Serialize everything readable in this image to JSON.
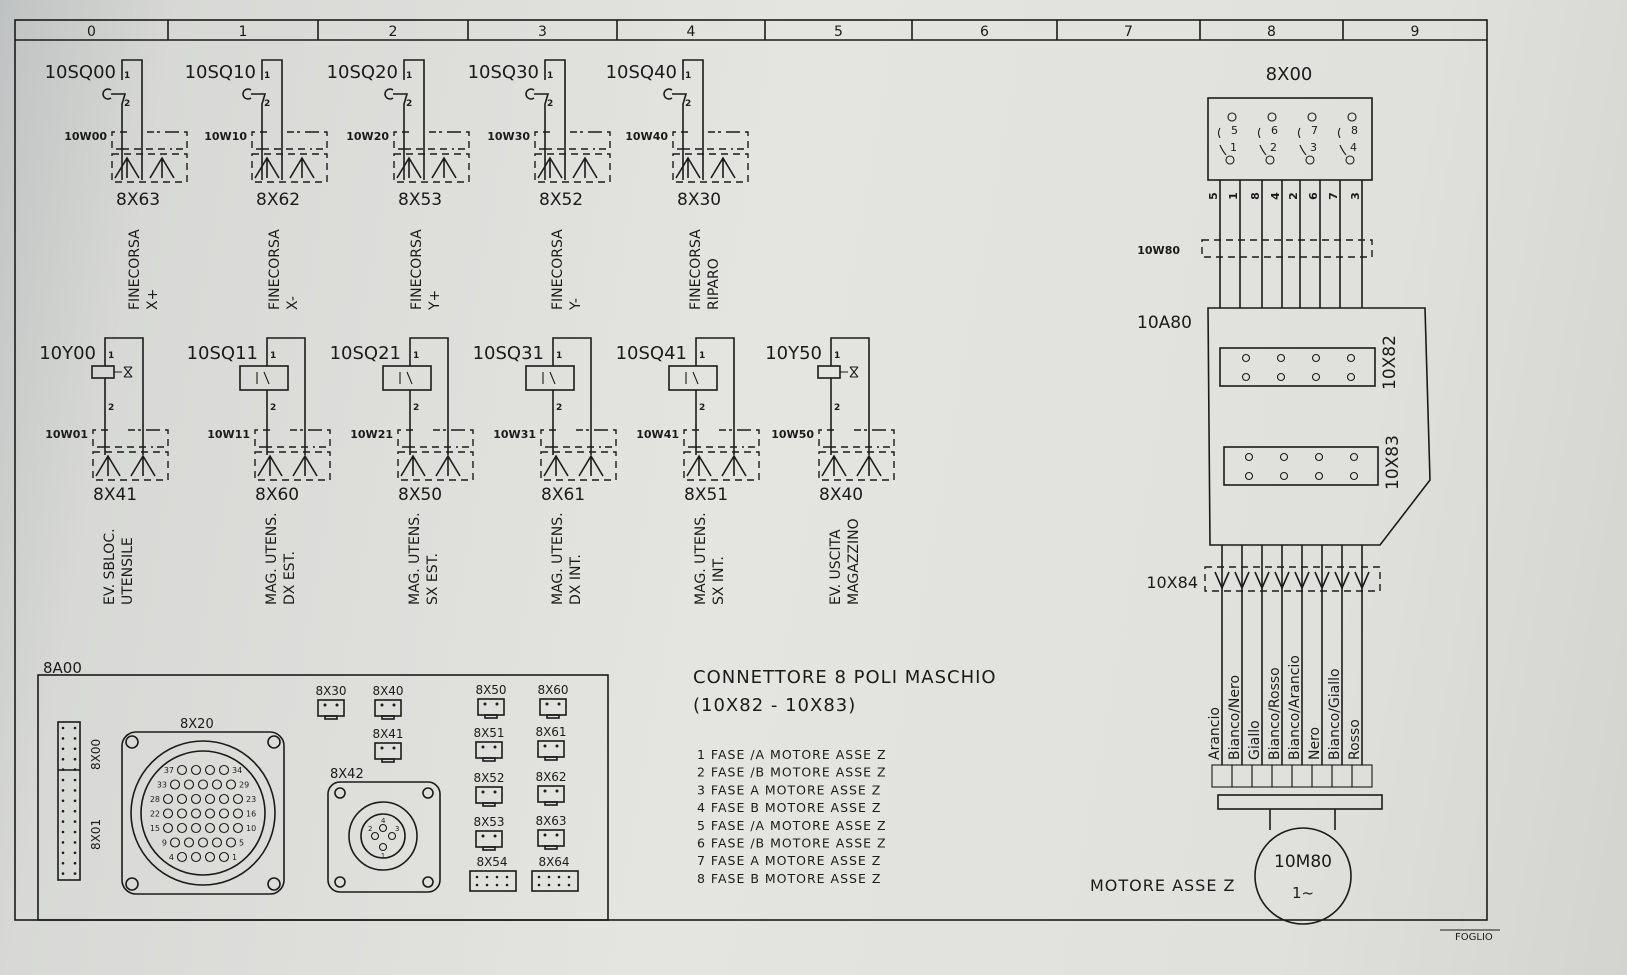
{
  "frame": {
    "columns": [
      "0",
      "1",
      "2",
      "3",
      "4",
      "5",
      "6",
      "7",
      "8",
      "9"
    ],
    "sheet_label": "FOGLIO"
  },
  "limit_switches": [
    {
      "id": "10SQ00",
      "pin1": "1",
      "pin2": "2",
      "cable": "10W00",
      "connector": "8X63",
      "desc": [
        "FINECORSA",
        "X+"
      ]
    },
    {
      "id": "10SQ10",
      "pin1": "1",
      "pin2": "2",
      "cable": "10W10",
      "connector": "8X62",
      "desc": [
        "FINECORSA",
        "X-"
      ]
    },
    {
      "id": "10SQ20",
      "pin1": "1",
      "pin2": "2",
      "cable": "10W20",
      "connector": "8X53",
      "desc": [
        "FINECORSA",
        "Y+"
      ]
    },
    {
      "id": "10SQ30",
      "pin1": "1",
      "pin2": "2",
      "cable": "10W30",
      "connector": "8X52",
      "desc": [
        "FINECORSA",
        "Y-"
      ]
    },
    {
      "id": "10SQ40",
      "pin1": "1",
      "pin2": "2",
      "cable": "10W40",
      "connector": "8X30",
      "desc": [
        "FINECORSA",
        "RIPARO"
      ]
    }
  ],
  "sensors": [
    {
      "id": "10Y00",
      "type": "valve",
      "pin1": "1",
      "pin2": "2",
      "cable": "10W01",
      "connector": "8X41",
      "desc": [
        "EV. SBLOC.",
        "UTENSILE"
      ]
    },
    {
      "id": "10SQ11",
      "type": "sensor",
      "pin1": "1",
      "pin2": "2",
      "cable": "10W11",
      "connector": "8X60",
      "desc": [
        "MAG. UTENS.",
        "DX EST."
      ]
    },
    {
      "id": "10SQ21",
      "type": "sensor",
      "pin1": "1",
      "pin2": "2",
      "cable": "10W21",
      "connector": "8X50",
      "desc": [
        "MAG. UTENS.",
        "SX EST."
      ]
    },
    {
      "id": "10SQ31",
      "type": "sensor",
      "pin1": "1",
      "pin2": "2",
      "cable": "10W31",
      "connector": "8X61",
      "desc": [
        "MAG. UTENS.",
        "DX INT."
      ]
    },
    {
      "id": "10SQ41",
      "type": "sensor",
      "pin1": "1",
      "pin2": "2",
      "cable": "10W41",
      "connector": "8X51",
      "desc": [
        "MAG. UTENS.",
        "SX INT."
      ]
    },
    {
      "id": "10Y50",
      "type": "valve",
      "pin1": "1",
      "pin2": "2",
      "cable": "10W50",
      "connector": "8X40",
      "desc": [
        "EV. USCITA",
        "MAGAZZINO"
      ]
    }
  ],
  "board": {
    "id": "8A00",
    "side_connectors": [
      "8X00",
      "8X01"
    ],
    "round_connector": {
      "id": "8X20",
      "rows": [
        [
          "37",
          "34"
        ],
        [
          "33",
          "29"
        ],
        [
          "28",
          "23"
        ],
        [
          "22",
          "16"
        ],
        [
          "15",
          "10"
        ],
        [
          "9",
          "5"
        ],
        [
          "4",
          "1"
        ]
      ]
    },
    "round4": {
      "id": "8X42",
      "pins": [
        "1",
        "2",
        "3",
        "4"
      ]
    },
    "small_connectors": [
      "8X30",
      "8X40",
      "8X41",
      "8X50",
      "8X60",
      "8X51",
      "8X61",
      "8X52",
      "8X62",
      "8X53",
      "8X63"
    ],
    "wide_connectors": [
      "8X54",
      "8X64"
    ]
  },
  "note": {
    "title": "CONNETTORE 8 POLI MASCHIO",
    "subtitle": "(10X82 - 10X83)",
    "lines": [
      "1 FASE /A MOTORE ASSE Z",
      "2 FASE /B MOTORE ASSE Z",
      "3 FASE A MOTORE ASSE Z",
      "4 FASE B MOTORE ASSE Z",
      "5 FASE /A MOTORE ASSE Z",
      "6 FASE /B MOTORE ASSE Z",
      "7 FASE A MOTORE ASSE Z",
      "8 FASE B MOTORE ASSE Z"
    ]
  },
  "motor_circuit": {
    "connector": "8X00",
    "connector_pins": [
      [
        "5",
        "1"
      ],
      [
        "6",
        "2"
      ],
      [
        "7",
        "3"
      ],
      [
        "8",
        "4"
      ]
    ],
    "wire_numbers": [
      "5",
      "1",
      "8",
      "4",
      "2",
      "6",
      "7",
      "3"
    ],
    "cable": "10W80",
    "driver": "10A80",
    "driver_connectors": [
      "10X82",
      "10X83"
    ],
    "output_connector": "10X84",
    "wire_colors": [
      "Arancio",
      "Bianco/Nero",
      "Giallo",
      "Bianco/Rosso",
      "Bianco/Arancio",
      "Nero",
      "Bianco/Giallo",
      "Rosso"
    ],
    "motor_id": "10M80",
    "motor_type": "1~",
    "motor_label": "MOTORE ASSE Z"
  }
}
